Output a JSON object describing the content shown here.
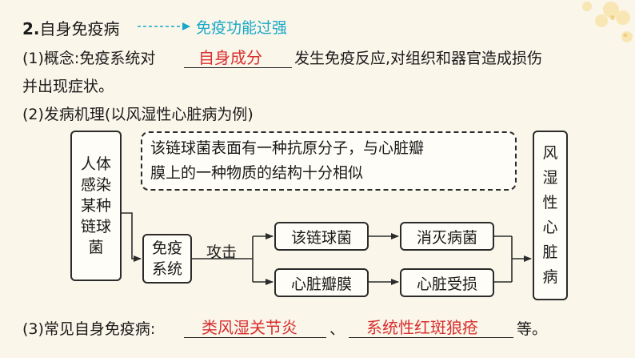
{
  "heading": {
    "number": "2.",
    "title": "自身免疫病",
    "annotation": "免疫功能过强"
  },
  "concept": {
    "label": "(1)概念:免疫系统对",
    "answer": "自身成分",
    "rest_line1": "发生免疫反应,对组织和器官造成损伤",
    "rest_line2": "并出现症状。"
  },
  "mechanism": {
    "label": "(2)发病机理(以风湿性心脏病为例)",
    "diagram": {
      "infection": [
        "人体",
        "感染",
        "某种",
        "链球",
        "菌"
      ],
      "note_line1": "该链球菌表面有一种抗原分子，与心脏瓣",
      "note_line2": "膜上的一种物质的结构十分相似",
      "immune_line1": "免疫",
      "immune_line2": "系统",
      "attack": "攻击",
      "target_bacteria": "该链球菌",
      "target_valve": "心脏瓣膜",
      "result_bacteria": "消灭病菌",
      "result_valve": "心脏受损",
      "disease": [
        "风",
        "湿",
        "性",
        "心",
        "脏",
        "病"
      ]
    }
  },
  "examples": {
    "label": "(3)常见自身免疫病:",
    "answer1": "类风湿关节炎",
    "separator": "、",
    "answer2": "系统性红斑狼疮",
    "suffix": "等。"
  },
  "colors": {
    "answer_red": "#d82f2f",
    "annotation_cyan": "#19a8c8",
    "background": "#fbf6ea"
  }
}
